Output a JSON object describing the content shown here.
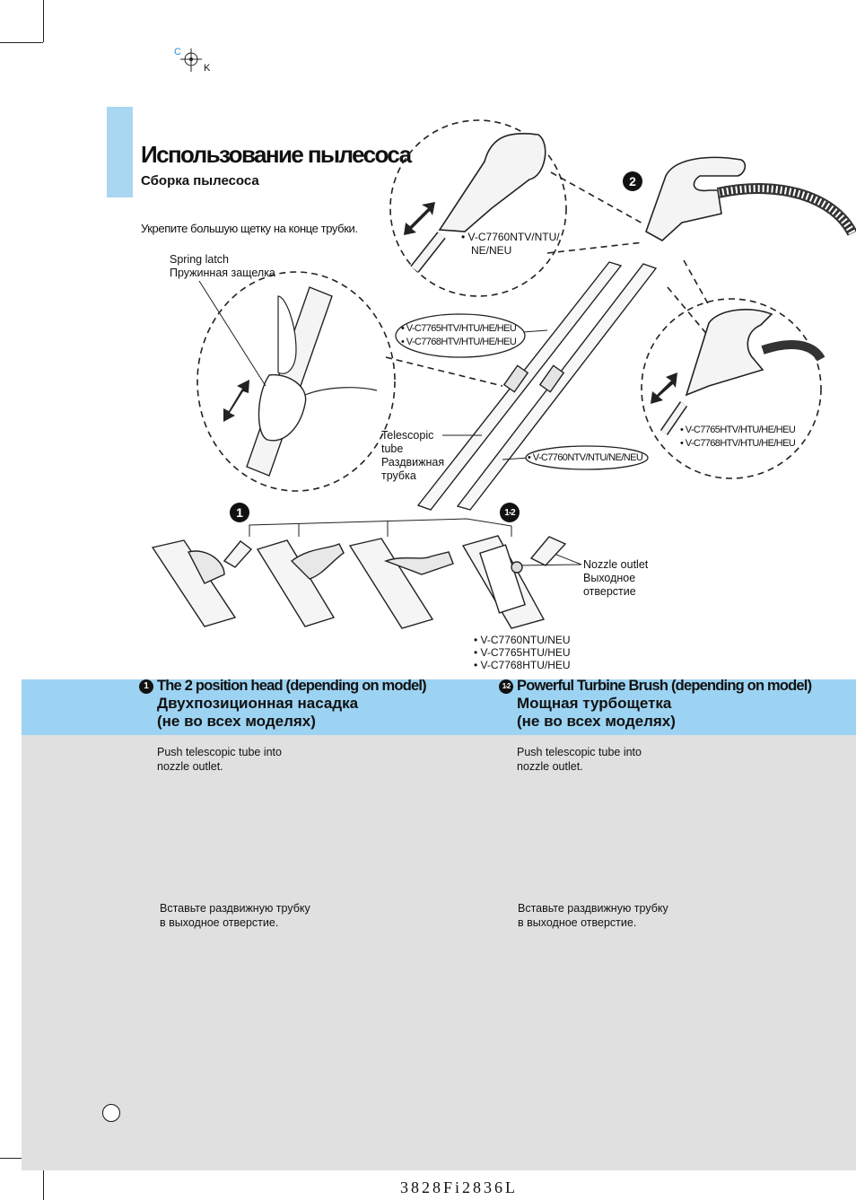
{
  "registration": {
    "c": "C",
    "k": "K"
  },
  "header": {
    "title": "Использование пылесоса",
    "subtitle": "Сборка пылесоса",
    "intro": "Укрепите большую щетку на конце трубки."
  },
  "figure": {
    "spring_latch_en": "Spring latch",
    "spring_latch_ru": "Пружинная защелка",
    "model_top_1": "• V-C7760NTV/NTU/",
    "model_top_2": "NE/NEU",
    "model_mid_1": "• V-C7765HTV/HTU/HE/HEU",
    "model_mid_2": "• V-C7768HTV/HTU/HE/HEU",
    "model_right_1": "• V-C7765HTV/HTU/HE/HEU",
    "model_right_2": "• V-C7768HTV/HTU/HE/HEU",
    "model_tube": "• V-C7760NTV/NTU/NE/NEU",
    "tube_en_1": "Telescopic",
    "tube_en_2": "tube",
    "tube_ru_1": "Раздвижная",
    "tube_ru_2": "трубка",
    "nozzle_en": "Nozzle outlet",
    "nozzle_ru_1": "Выходное",
    "nozzle_ru_2": "отверстие",
    "turbine_models": [
      "• V-C7760NTU/NEU",
      "• V-C7765HTU/HEU",
      "• V-C7768HTU/HEU"
    ],
    "badge_1": "1",
    "badge_2": "2",
    "badge_12": "1-2"
  },
  "sections": [
    {
      "badge": "1",
      "heading_en": "The 2 position head (depending on model)",
      "heading_ru_1": "Двухпозиционная насадка",
      "heading_ru_2": "(не во всех моделях)",
      "en_1": "Push telescopic tube into",
      "en_2": "nozzle outlet.",
      "ru_1": "Вставьте раздвижную трубку",
      "ru_2": "в выходное отверстие."
    },
    {
      "badge": "1-2",
      "heading_en": "Powerful Turbine Brush (depending on model)",
      "heading_ru_1": "Мощная турбощетка",
      "heading_ru_2": "(не во всех моделях)",
      "en_1": "Push telescopic tube into",
      "en_2": "nozzle outlet.",
      "ru_1": "Вставьте раздвижную трубку",
      "ru_2": "в выходное отверстие."
    }
  ],
  "footer": {
    "code": "3828Fi2836L"
  }
}
